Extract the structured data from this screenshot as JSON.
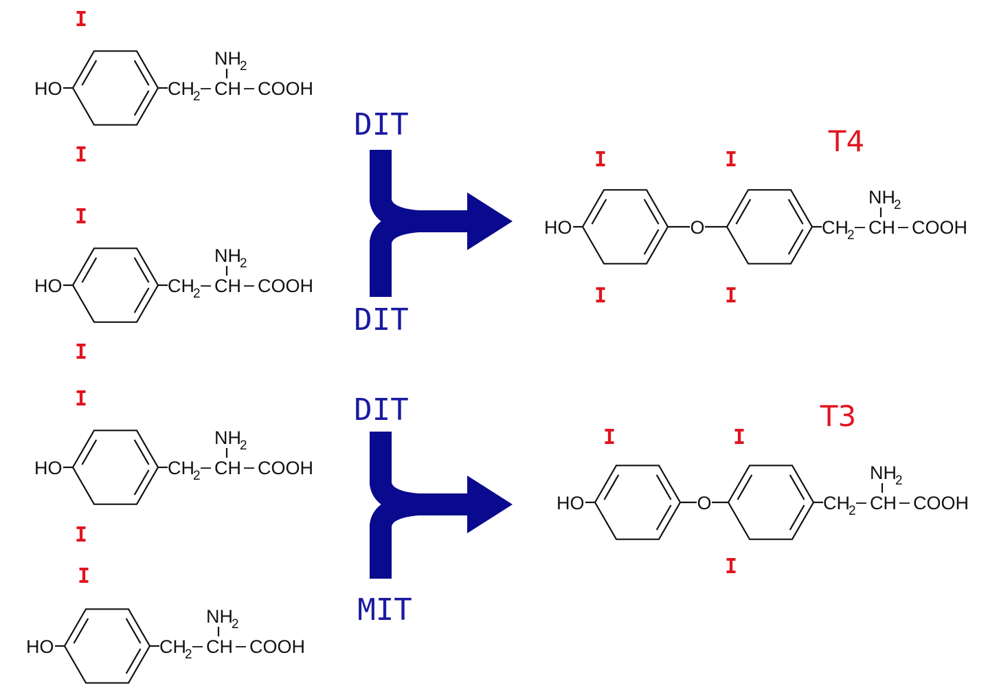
{
  "colors": {
    "iodine": "#e0141e",
    "label": "#1a1aa0",
    "arrow": "#0a0a8f",
    "hormone": "#e0141e",
    "bond": "#111111"
  },
  "iodine_symbol": "I",
  "fragments": {
    "ho": "HO",
    "ch2": "CH",
    "ch2_sub": "2",
    "dash": "–",
    "ch": "CH",
    "cooh": "COOH",
    "nh2": "NH",
    "nh2_sub": "2",
    "ether_o": "O"
  },
  "reactions": [
    {
      "top_label": "DIT",
      "bottom_label": "DIT",
      "product": "T4"
    },
    {
      "top_label": "DIT",
      "bottom_label": "MIT",
      "product": "T3"
    }
  ]
}
